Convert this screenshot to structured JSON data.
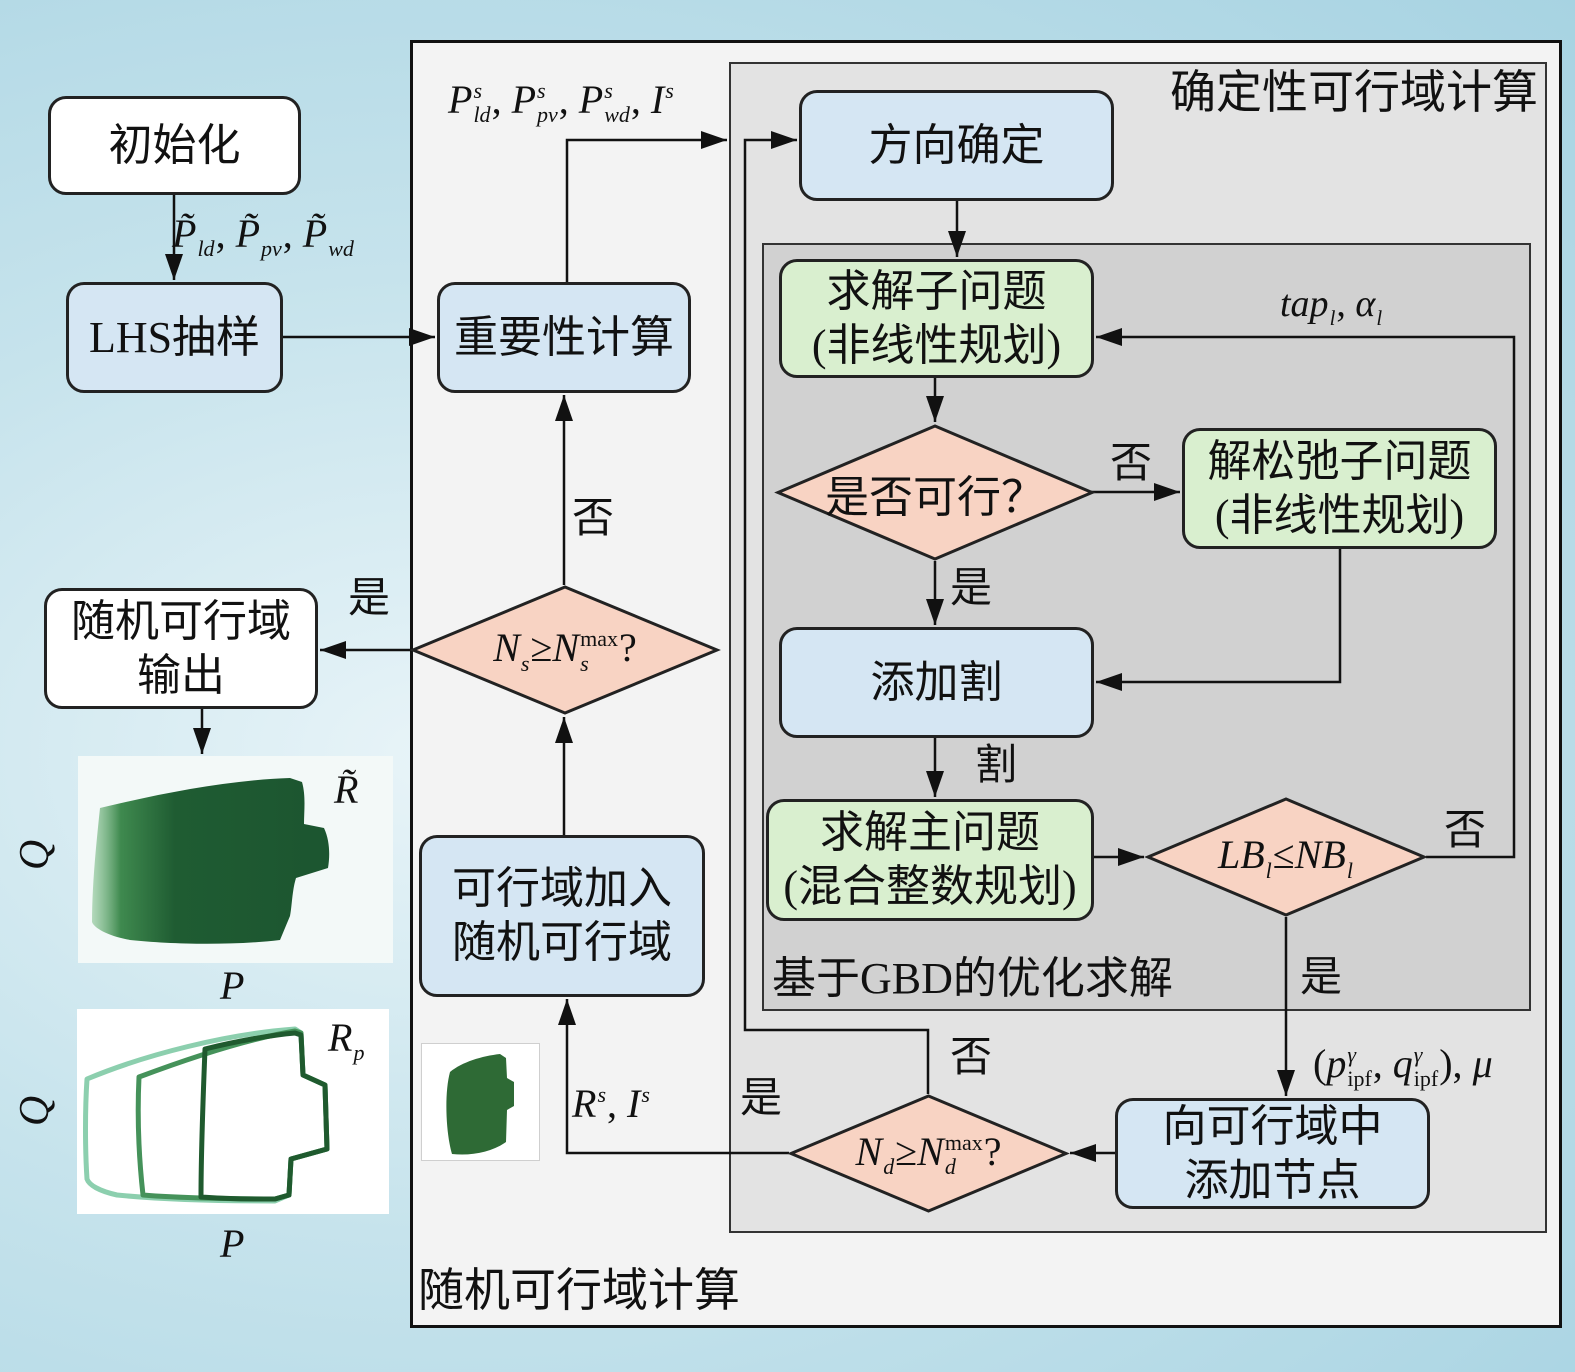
{
  "regions": {
    "stochastic_title": "随机可行域计算",
    "deterministic_title": "确定性可行域计算",
    "gbd_title": "基于GBD的优化求解"
  },
  "nodes": {
    "init": "初始化",
    "lhs": "LHS抽样",
    "importance": "重要性计算",
    "direction": "方向确定",
    "subproblem": [
      "求解子问题",
      "(非线性规划)"
    ],
    "feasible_check": "是否可行？",
    "relaxed_subproblem": [
      "解松弛子问题",
      "(非线性规划)"
    ],
    "add_cut": "添加割",
    "master_problem": [
      "求解主问题",
      "(混合整数规划)"
    ],
    "add_node": [
      "向可行域中",
      "添加节点"
    ],
    "add_region": [
      "可行域加入",
      "随机可行域"
    ],
    "output": [
      "随机可行域",
      "输出"
    ]
  },
  "conditions": {
    "ns_check": [
      {
        "base": "N",
        "sub": "s",
        "sep": "≥"
      },
      {
        "base": "N",
        "sup": "max",
        "sub": "s",
        "sep": "?"
      }
    ],
    "lb_check": [
      {
        "base": "LB",
        "sub": "l",
        "sep": "≤"
      },
      {
        "base": "NB",
        "sub": "l"
      }
    ],
    "nd_check": [
      {
        "base": "N",
        "sub": "d",
        "sep": "≥"
      },
      {
        "base": "N",
        "sup": "max",
        "sub": "d",
        "sep": "?"
      }
    ]
  },
  "edge_labels": {
    "yes": "是",
    "no": "否",
    "cut": "割"
  },
  "formulas": {
    "sample_vars": [
      {
        "base": "P̃",
        "sub": "ld",
        "sep": ", "
      },
      {
        "base": "P̃",
        "sub": "pv",
        "sep": ", "
      },
      {
        "base": "P̃",
        "sub": "wd"
      }
    ],
    "importance_vars": [
      {
        "base": "P",
        "sup": "s",
        "sub": "ld",
        "sep": ", "
      },
      {
        "base": "P",
        "sup": "s",
        "sub": "pv",
        "sep": ", "
      },
      {
        "base": "P",
        "sup": "s",
        "sub": "wd",
        "sep": ", "
      },
      {
        "base": "I",
        "sup": "s"
      }
    ],
    "cut_params": [
      {
        "base": "tap",
        "sub": "l",
        "sep": ", "
      },
      {
        "base": "α",
        "sub": "l"
      }
    ],
    "ipf_vars": [
      {
        "pre": "(",
        "base": "p",
        "sup": "γ",
        "sub": "ipf",
        "sep": ", "
      },
      {
        "base": "q",
        "sup": "γ",
        "sub": "ipf",
        "sep": "), "
      },
      {
        "base": "μ"
      }
    ],
    "region_vars": [
      {
        "base": "R",
        "sup": "s",
        "sep": ", "
      },
      {
        "base": "I",
        "sup": "s"
      }
    ]
  },
  "plots": {
    "expected": {
      "y_label": "Q",
      "x_label": "P",
      "region_label": [
        {
          "base": "R̃"
        }
      ]
    },
    "projections": {
      "y_label": "Q",
      "x_label": "P",
      "region_label": [
        {
          "base": "R",
          "sub": "p"
        }
      ]
    }
  },
  "colors": {
    "process": "#d5e6f3",
    "solver": "#d9efcf",
    "decision": "#f8d3c3",
    "terminal": "#ffffff",
    "region_fill": "#1f5c32"
  }
}
